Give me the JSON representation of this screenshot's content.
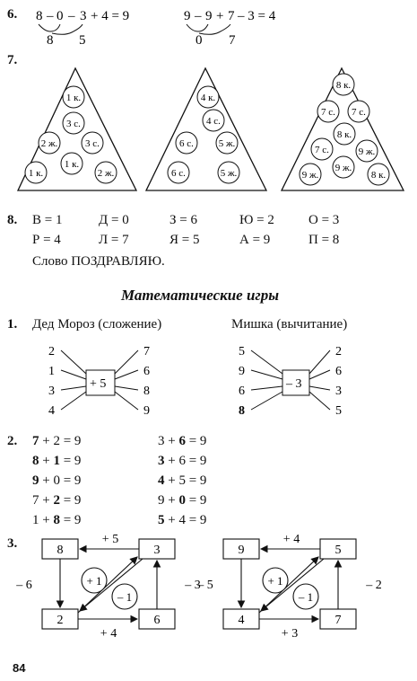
{
  "task6": {
    "number": "6.",
    "eq1": [
      "8",
      "–",
      "0",
      "–",
      "3",
      "+ 4 = 9"
    ],
    "eq1_sub": [
      "8",
      "5"
    ],
    "eq2": [
      "9",
      "–",
      "9",
      "+",
      "7",
      "– 3 = 4"
    ],
    "eq2_sub": [
      "0",
      "7"
    ]
  },
  "task7": {
    "number": "7.",
    "triangles": [
      [
        "1 к.",
        "3 с.",
        "2 ж.",
        "3 с.",
        "1 к.",
        "1 к.",
        "2 ж."
      ],
      [
        "4 к.",
        "4 с.",
        "6 с.",
        "5 ж.",
        "6 с.",
        "5 ж."
      ],
      [
        "8 к.",
        "7 с.",
        "7 с.",
        "8 к.",
        "7 с.",
        "9 ж.",
        "9 ж.",
        "9 ж.",
        "8 к."
      ]
    ]
  },
  "task8": {
    "number": "8.",
    "row1": [
      "В = 1",
      "Д = 0",
      "З = 6",
      "Ю = 2",
      "О = 3"
    ],
    "row2": [
      "Р = 4",
      "Л = 7",
      "Я = 5",
      "А = 9",
      "П = 8"
    ],
    "word": "Слово ПОЗДРАВЛЯЮ."
  },
  "section_title": "Математические игры",
  "games1": {
    "number": "1.",
    "left_title": "Дед Мороз (сложение)",
    "right_title": "Мишка (вычитание)",
    "left_op": "+ 5",
    "left_in": [
      "2",
      "1",
      "3",
      "4"
    ],
    "left_out": [
      "7",
      "6",
      "8",
      "9"
    ],
    "right_op": "– 3",
    "right_in": [
      "5",
      "9",
      "6",
      "8"
    ],
    "right_out": [
      "2",
      "6",
      "3",
      "5"
    ]
  },
  "games2": {
    "number": "2.",
    "col1": [
      {
        "a": "7",
        "op1": " + ",
        "b": "2",
        "res": " = 9",
        "bold_a": true,
        "bold_b": false
      },
      {
        "a": "8",
        "op1": " + ",
        "b": "1",
        "res": " = 9",
        "bold_a": true,
        "bold_b": true
      },
      {
        "a": "9",
        "op1": " + ",
        "b": "0",
        "res": " = 9",
        "bold_a": true,
        "bold_b": false
      },
      {
        "a": "7",
        "op1": " + ",
        "b": "2",
        "res": " = 9",
        "bold_a": false,
        "bold_b": true
      },
      {
        "a": "1",
        "op1": " + ",
        "b": "8",
        "res": " = 9",
        "bold_a": false,
        "bold_b": true
      }
    ],
    "col2": [
      {
        "a": "3",
        "op1": " + ",
        "b": "6",
        "res": " = 9",
        "bold_a": false,
        "bold_b": true
      },
      {
        "a": "3",
        "op1": " + ",
        "b": "6",
        "res": " = 9",
        "bold_a": true,
        "bold_b": false
      },
      {
        "a": "4",
        "op1": " + ",
        "b": "5",
        "res": " = 9",
        "bold_a": true,
        "bold_b": false
      },
      {
        "a": "9",
        "op1": " + ",
        "b": "0",
        "res": " = 9",
        "bold_a": false,
        "bold_b": true
      },
      {
        "a": "5",
        "op1": " + ",
        "b": "4",
        "res": " = 9",
        "bold_a": true,
        "bold_b": false
      }
    ]
  },
  "games3": {
    "number": "3.",
    "left": {
      "tl": "8",
      "tr": "3",
      "bl": "2",
      "br": "6",
      "top": "+ 5",
      "left": "– 6",
      "right": "– 3",
      "bottom": "+ 4",
      "c1": "+ 1",
      "c2": "– 1"
    },
    "right": {
      "tl": "9",
      "tr": "5",
      "bl": "4",
      "br": "7",
      "top": "+ 4",
      "left": "– 5",
      "right": "– 2",
      "bottom": "+ 3",
      "c1": "+ 1",
      "c2": "– 1"
    }
  },
  "page_number": "84"
}
